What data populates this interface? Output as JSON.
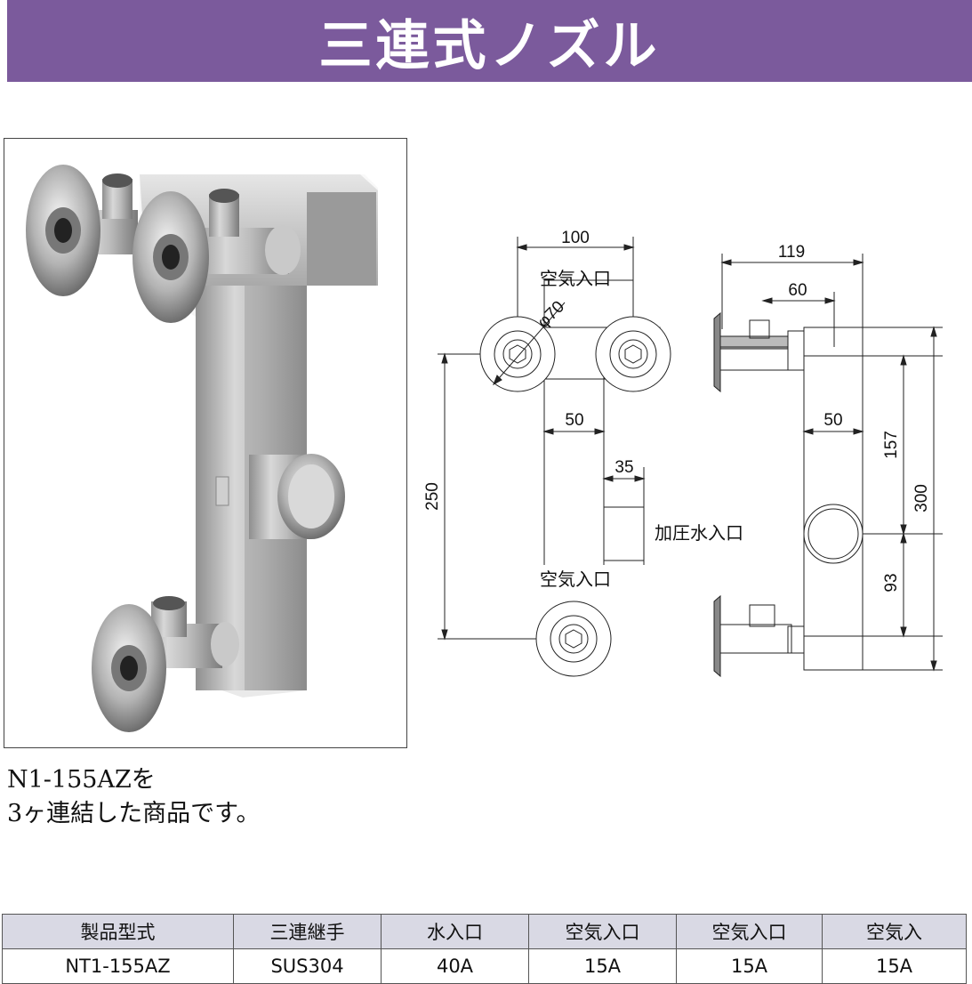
{
  "header": {
    "title": "三連式ノズル"
  },
  "drawing": {
    "dims": {
      "front_width": "100",
      "nozzle_dia": "φ70",
      "center_width": "50",
      "inlet_width": "35",
      "height_total_front": "250",
      "side_depth": "119",
      "side_inner": "60",
      "side_width": "50",
      "upper_span": "157",
      "lower_span": "93",
      "height_total_side": "300"
    },
    "labels": {
      "air_inlet_top": "空気入口",
      "pressure_water_inlet": "加圧水入口",
      "air_inlet_bottom": "空気入口"
    }
  },
  "description": {
    "line1": "N1-155AZを",
    "line2": "3ヶ連結した商品です。"
  },
  "spec_table": {
    "headers": [
      "製品型式",
      "三連継手",
      "水入口",
      "空気入口",
      "空気入口",
      "空気入"
    ],
    "row": [
      "NT1-155AZ",
      "SUS304",
      "40A",
      "15A",
      "15A",
      "15A"
    ]
  },
  "colors": {
    "title_bar": "#7b5a9c",
    "table_header": "#d9d9e4"
  }
}
